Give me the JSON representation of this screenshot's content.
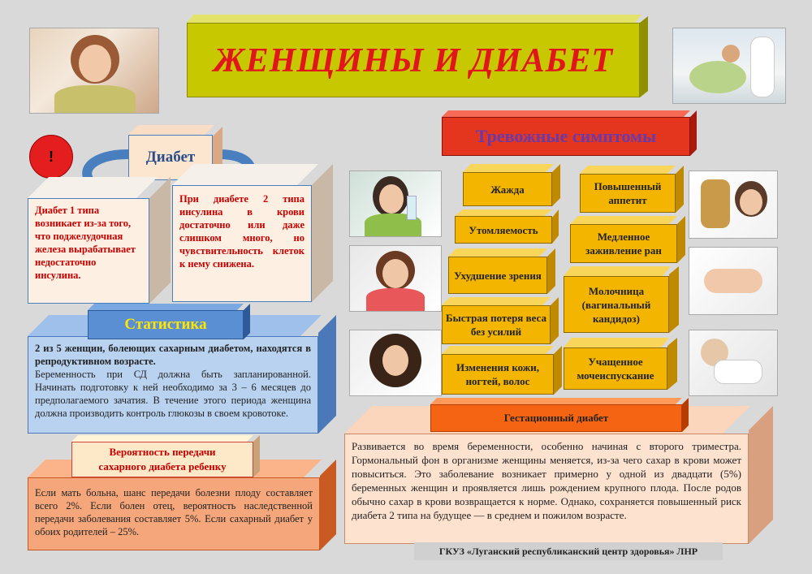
{
  "title": "ЖЕНЩИНЫ И ДИАБЕТ",
  "alert_mark": "!",
  "diabetes": {
    "label": "Диабет",
    "type1": "Диабет 1 типа возникает из-за того, что поджелудочная железа вырабатывает недостаточно инсулина.",
    "type2": "При диабете 2 типа инсулина в крови достаточно или даже слишком много, но чувствительность клеток к нему снижена."
  },
  "statistics": {
    "label": "Статистика",
    "lead": "2 из 5 женщин, болеющих сахарным диабетом, находятся в репродуктивном возрасте.",
    "text": "Беременность при СД должна быть запланированной. Начинать подготовку к ней необходимо за 3 – 6 месяцев до предполагаемого зачатия. В течение этого периода женщина должна производить контроль глюкозы в своем кровотоке."
  },
  "heredity": {
    "label_line1": "Вероятность передачи",
    "label_line2": "сахарного диабета ребенку",
    "text": "Если мать больна, шанс передачи болезни плоду составляет всего 2%. Если болен отец, вероятность наследственной передачи заболевания составляет 5%. Если сахарный диабет у обоих родителей – 25%."
  },
  "symptoms": {
    "label": "Тревожные симптомы",
    "left": [
      "Жажда",
      "Утомляемость",
      "Ухудшение зрения",
      "Быстрая потеря веса без усилий",
      "Изменения кожи, ногтей, волос"
    ],
    "right": [
      "Повышенный аппетит",
      "Медленное заживление ран",
      "Молочница (вагинальный кандидоз)",
      "Учащенное мочеиспускание"
    ]
  },
  "gestational": {
    "label": "Гестационный диабет",
    "text": "Развивается во время беременности, особенно начиная с второго триместра. Гормональный фон в организме женщины меняется, из-за чего сахар в крови может повыситься. Это заболевание возникает примерно у одной из двадцати (5%) беременных женщин и проявляется лишь рождением крупного плода. После родов обычно сахар в крови возвращается к норме. Однако, сохраняется повышенный риск диабета 2 типа на будущее — в среднем и пожилом возрасте."
  },
  "footer": "ГКУЗ «Луганский республиканский центр здоровья» ЛНР",
  "colors": {
    "title_red": "#e0161b",
    "banner": "#c8c800",
    "symptom": "#f3b500",
    "stat_blue": "#5b8fd4",
    "heredity_orange": "#f58a4a"
  }
}
